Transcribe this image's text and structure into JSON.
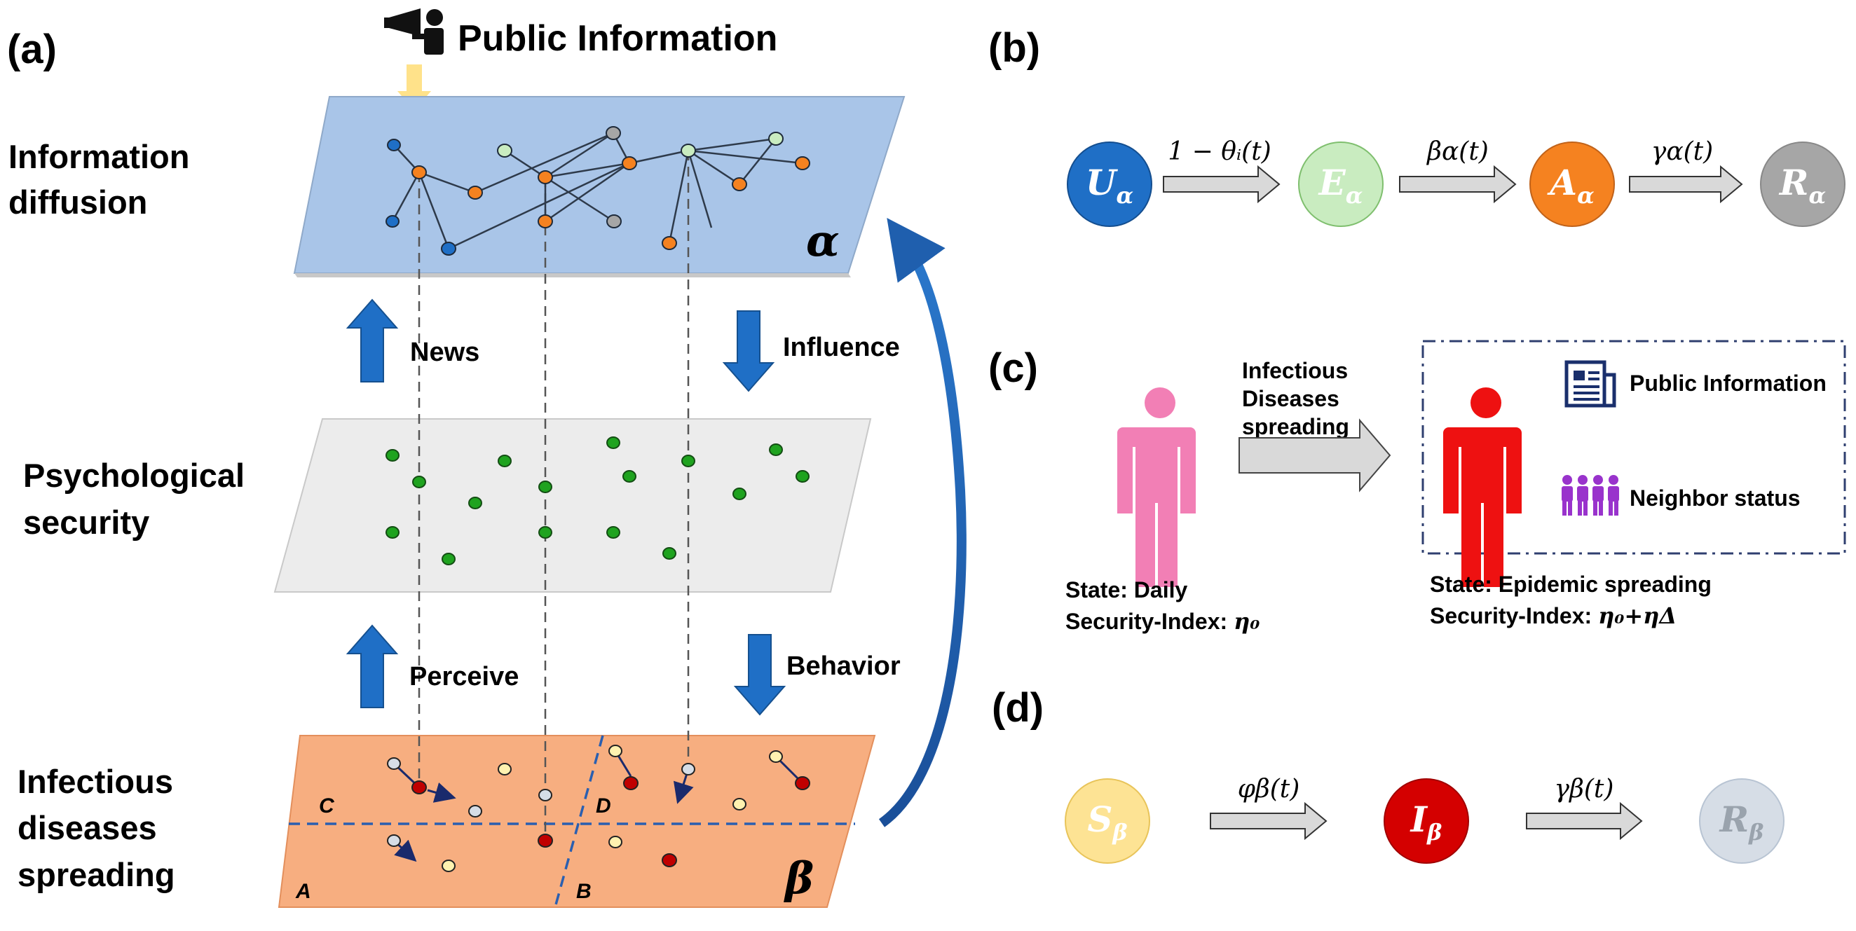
{
  "panel_a": {
    "label": "(a)",
    "public_information": "Public Information",
    "layers": {
      "top": {
        "label_line1": "Information",
        "label_line2": "diffusion",
        "greek": "α"
      },
      "middle": {
        "label_line1": "Psychological",
        "label_line2": "security"
      },
      "bottom": {
        "label_line1": "Infectious",
        "label_line2": "diseases",
        "label_line3": "spreading",
        "greek": "β"
      }
    },
    "arrows": {
      "news": "News",
      "influence": "Influence",
      "perceive": "Perceive",
      "behavior": "Behavior"
    },
    "regions": [
      "A",
      "B",
      "C",
      "D"
    ]
  },
  "panel_b": {
    "label": "(b)",
    "states": [
      {
        "sym": "U",
        "sub": "α",
        "color": "#1f6fc6"
      },
      {
        "sym": "E",
        "sub": "α",
        "color": "#c9ecc0"
      },
      {
        "sym": "A",
        "sub": "α",
        "color": "#f58220"
      },
      {
        "sym": "R",
        "sub": "α",
        "color": "#a6a6a6"
      }
    ],
    "rates": [
      "1 − θᵢ(t)",
      "βα(t)",
      "γα(t)"
    ]
  },
  "panel_c": {
    "label": "(c)",
    "transition_line1": "Infectious",
    "transition_line2": "Diseases",
    "transition_line3": "spreading",
    "public_information": "Public Information",
    "neighbor_status": "Neighbor status",
    "left_state": "State: Daily",
    "left_index_prefix": "Security-Index: ",
    "left_index": "η₀",
    "right_state": "State: Epidemic  spreading",
    "right_index_prefix": "Security-Index: ",
    "right_index": "η₀+ηΔ"
  },
  "panel_d": {
    "label": "(d)",
    "states": [
      {
        "sym": "S",
        "sub": "β",
        "color": "#fde394"
      },
      {
        "sym": "I",
        "sub": "β",
        "color": "#d40000"
      },
      {
        "sym": "R",
        "sub": "β",
        "color": "#d6dde6"
      }
    ],
    "rates": [
      "φβ(t)",
      "γβ(t)"
    ]
  },
  "colors": {
    "top_layer": "#a9c5e8",
    "middle_layer": "#ececec",
    "bottom_layer": "#f7ae80",
    "blue_arrow": "#1f6fc6",
    "node_orange": "#f58220",
    "node_blue": "#1f6fc6",
    "node_green_light": "#c9ecc0",
    "node_gray": "#a6a6a6",
    "node_green": "#1fa31f",
    "node_red": "#c00000",
    "node_yellow": "#fff2b0",
    "node_lightblue": "#d6dde6"
  }
}
